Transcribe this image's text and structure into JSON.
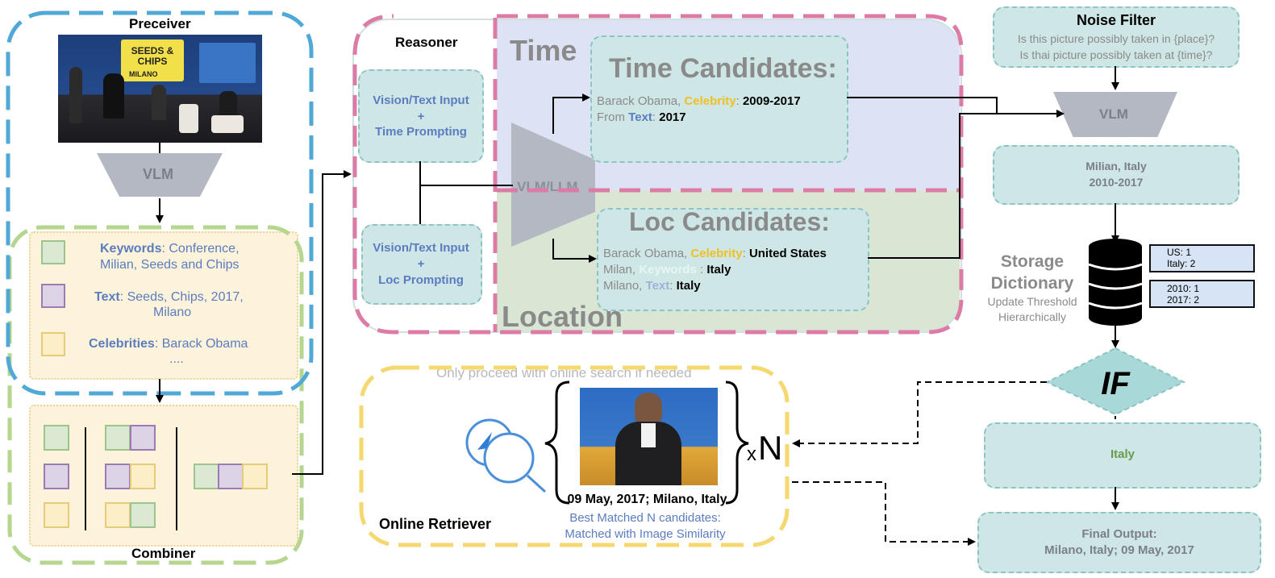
{
  "perceiver": {
    "title": "Preceiver",
    "vlm_label": "VLM",
    "keywords_label": "Keywords",
    "keywords_value": ": Conference,",
    "keywords_value2": "Milian, Seeds and Chips",
    "text_label": "Text",
    "text_value": ": Seeds, Chips, 2017,",
    "text_value2": "Milano",
    "celebrities_label": "Celebrities",
    "celebrities_value": ": Barack Obama",
    "ellipsis": "....",
    "photo_sign": "SEEDS & CHIPS",
    "photo_city": "MILANO"
  },
  "combiner": {
    "title": "Combiner"
  },
  "reasoner": {
    "title": "Reasoner",
    "time_input_l1": "Vision/Text Input",
    "time_input_l2": "+",
    "time_input_l3": "Time Prompting",
    "loc_input_l1": "Vision/Text Input",
    "loc_input_l2": "+",
    "loc_input_l3": "Loc Prompting",
    "model_label": "VLM/LLM",
    "time_region": "Time",
    "location_region": "Location",
    "time_candidates": {
      "title": "Time Candidates:",
      "r1_a": "Barack Obama, ",
      "r1_b": "Celebrity",
      "r1_c": ": ",
      "r1_d": "2009-2017",
      "r2_a": "From ",
      "r2_b": "Text",
      "r2_c": ": ",
      "r2_d": "2017"
    },
    "loc_candidates": {
      "title": "Loc Candidates:",
      "r1_a": "Barack Obama, ",
      "r1_b": "Celebrity",
      "r1_c": ": ",
      "r1_d": "United States",
      "r2_a": "Milan, ",
      "r2_b": "Keywords ",
      "r2_c": ": ",
      "r2_d": "Italy",
      "r3_a": "Milano, ",
      "r3_b": "Text",
      "r3_c": ": ",
      "r3_d": "Italy"
    }
  },
  "noise_filter": {
    "title": "Noise Filter",
    "q1": "Is this picture possibly taken in {place}?",
    "q2": "Is thai picture possibly taken at {time}?"
  },
  "vlm_right": "VLM",
  "filtered": {
    "l1": "Milian, Italy",
    "l2": "2010-2017"
  },
  "storage": {
    "title1": "Storage",
    "title2": "Dictionary",
    "sub1": "Update Threshold",
    "sub2": "Hierarchically",
    "box1_l1": "US: 1",
    "box1_l2": "Italy: 2",
    "box2_l1": "2010: 1",
    "box2_l2": "2017: 2"
  },
  "if_label": "IF",
  "italy_box": "Italy",
  "final_output": {
    "l1": "Final Output:",
    "l2": "Milano, Italy; 09 May, 2017"
  },
  "retriever": {
    "title": "Online Retriever",
    "note": "Only proceed with online search if  needed",
    "caption": "09 May, 2017; Milano, Italy",
    "best_l1": "Best Matched N candidates:",
    "best_l2": "Matched with Image Similarity",
    "times": "x",
    "n": "N"
  },
  "colors": {
    "perceiver_border": "#4fa8d6",
    "combiner_border": "#b4d68e",
    "reasoner_border": "#dc7ca6",
    "retriever_border": "#f5d870",
    "teal_fill": "#cfe6e6",
    "time_region": "#dde3f5",
    "location_region": "#d9e6d3",
    "celebrity": "#f0c020",
    "text_blue": "#5b7cc0",
    "italy_green": "#6a9a4a"
  }
}
